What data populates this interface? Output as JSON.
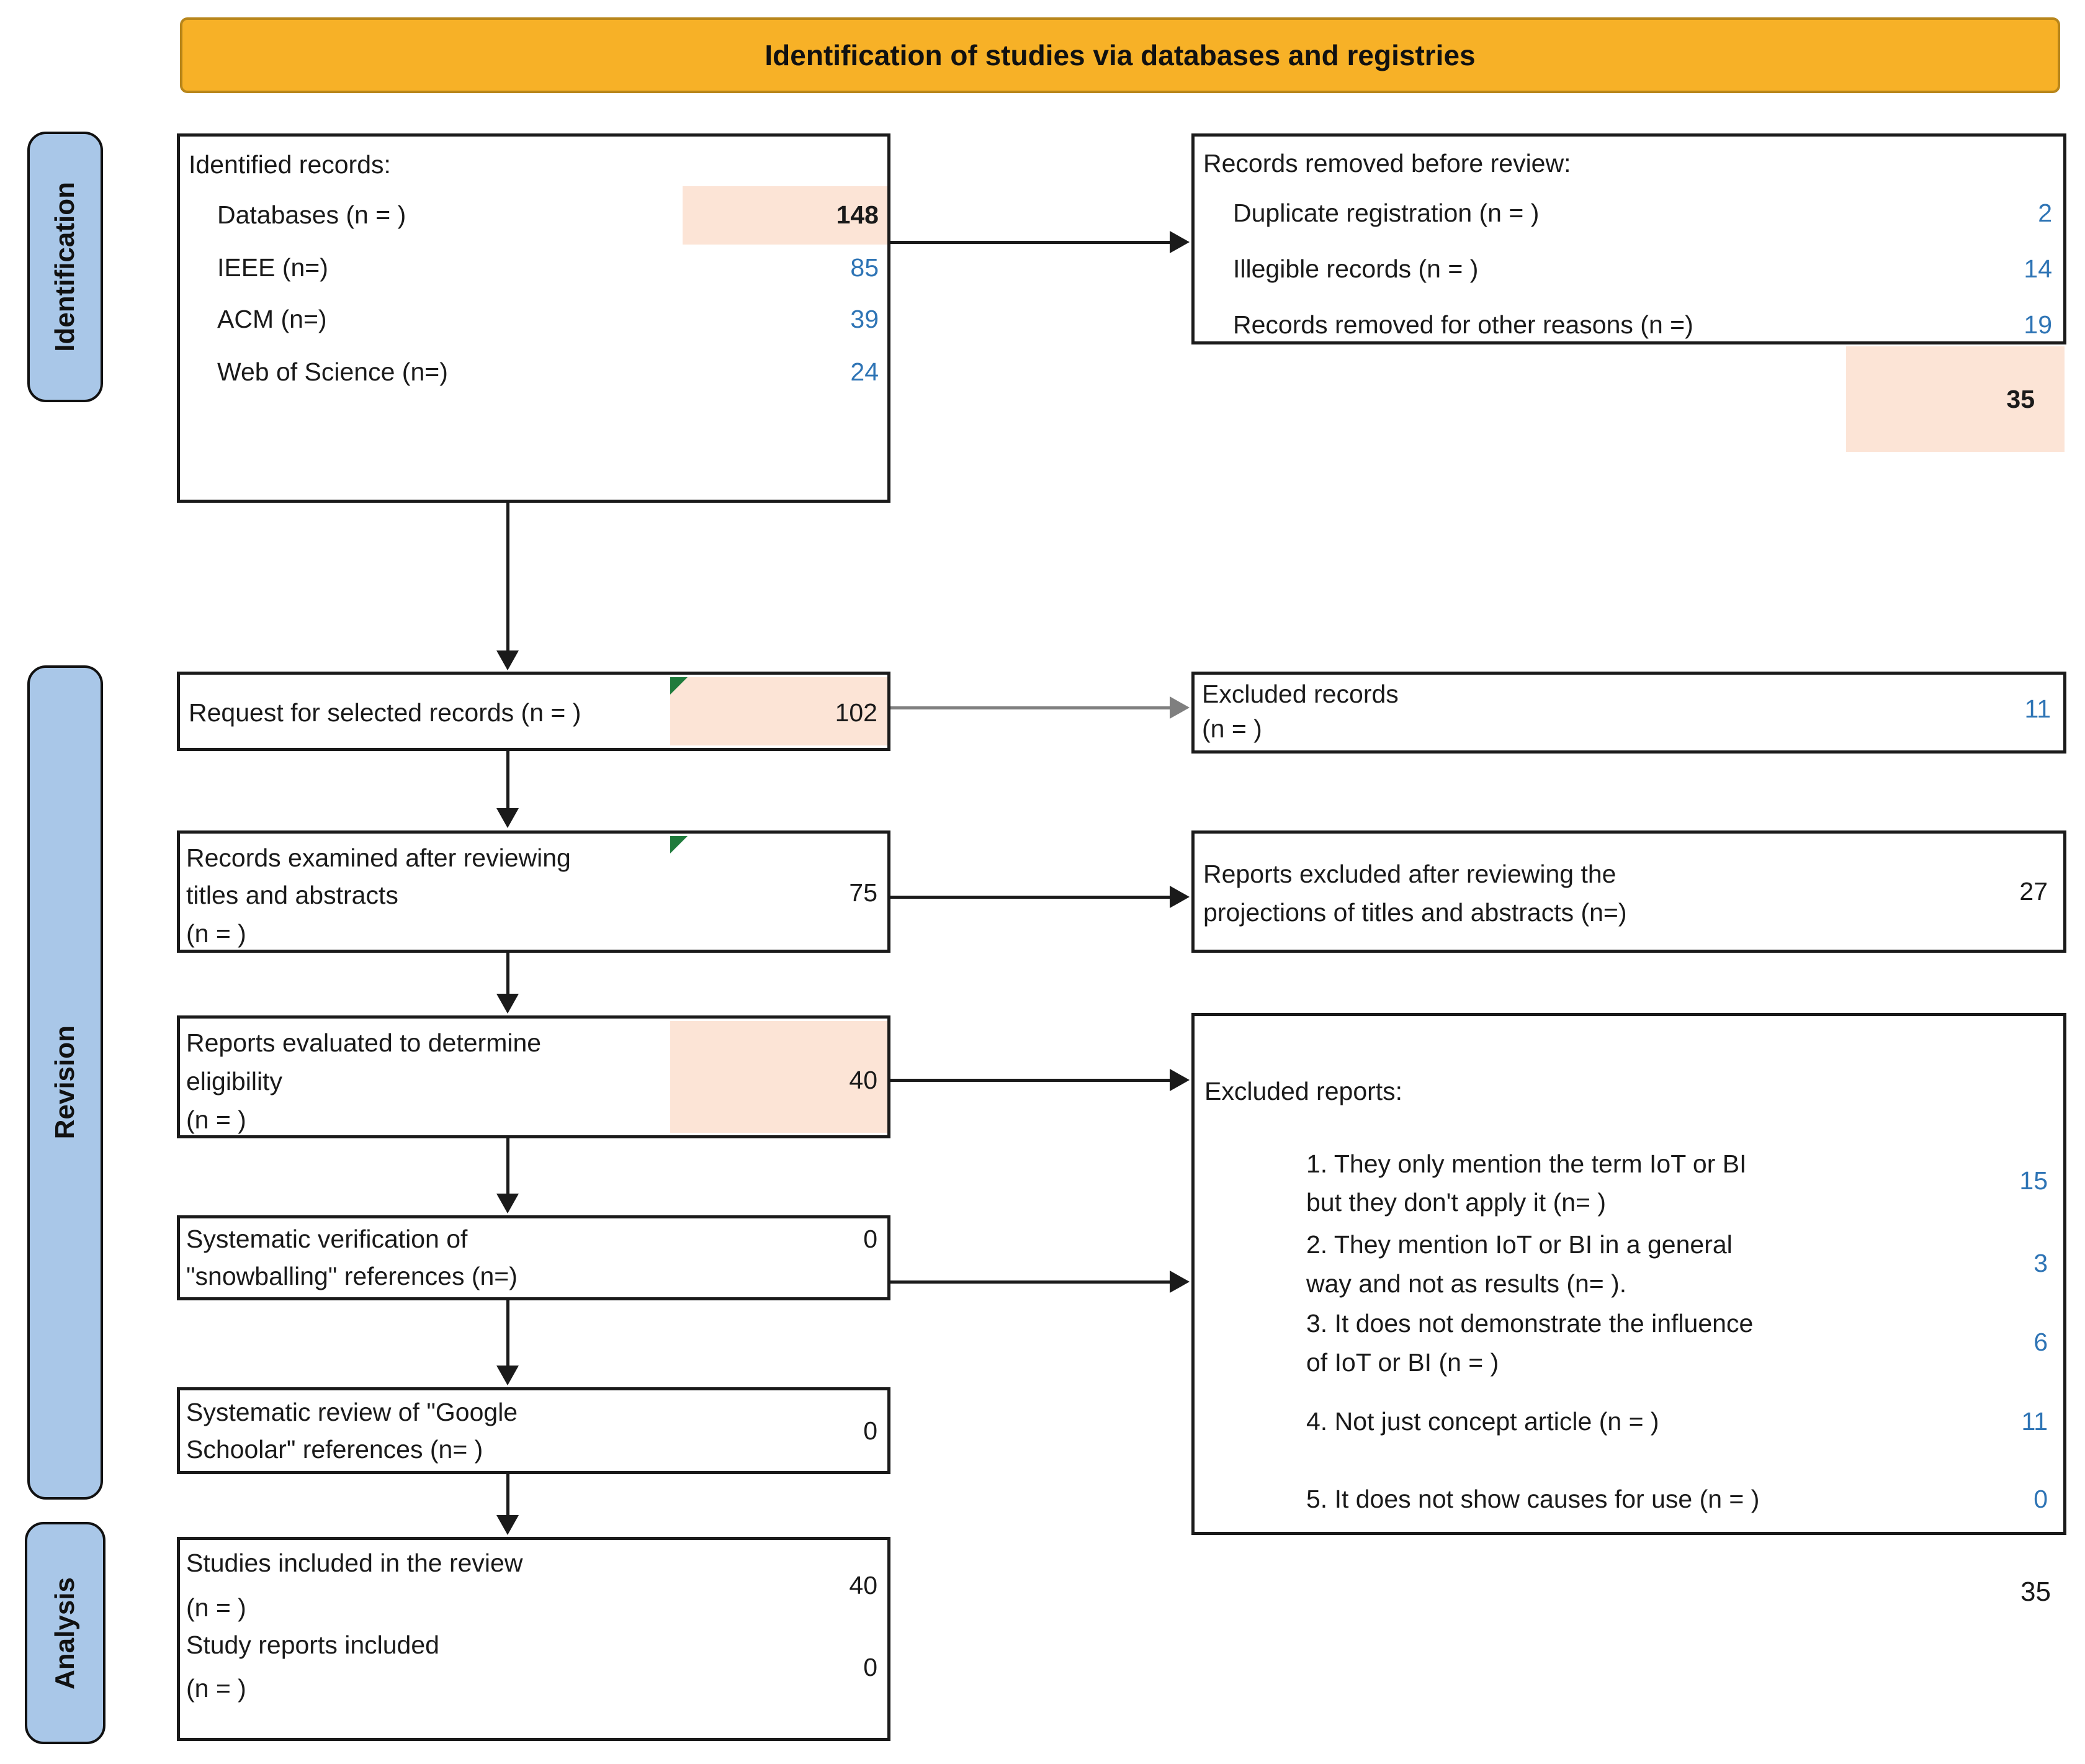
{
  "banner": {
    "title": "Identification of studies via databases and registries"
  },
  "sidebars": [
    {
      "label": "Identification"
    },
    {
      "label": "Revision"
    },
    {
      "label": "Analysis"
    }
  ],
  "colors": {
    "banner_bg": "#F7B127",
    "sidebar_bg": "#A9C7E8",
    "highlight_bg": "#FCE4D6",
    "value_blue": "#2E74B5",
    "marker_green": "#1F7B3C"
  },
  "boxes": {
    "identified_records": {
      "title": "Identified records:",
      "rows": [
        {
          "label": "Databases (n = )",
          "value": "148"
        },
        {
          "label": "IEEE (n=)",
          "value": "85"
        },
        {
          "label": "ACM (n=)",
          "value": "39"
        },
        {
          "label": "Web of Science (n=)",
          "value": "24"
        }
      ]
    },
    "records_removed": {
      "title": "Records removed before review:",
      "rows": [
        {
          "label": "Duplicate registration (n = )",
          "value": "2"
        },
        {
          "label": "Illegible records (n = )",
          "value": "14"
        },
        {
          "label": "Records removed for other reasons (n =)",
          "value": "19"
        }
      ],
      "subtotal": "35"
    },
    "request_selected": {
      "label": "Request for selected records (n = )",
      "value": "102"
    },
    "excluded_records": {
      "line1": "Excluded records",
      "line2": "(n = )",
      "value": "11"
    },
    "records_examined": {
      "line1": "Records examined after reviewing",
      "line2": "titles and abstracts",
      "line3": "(n = )",
      "value": "75"
    },
    "reports_excluded": {
      "line1": "Reports excluded after reviewing the",
      "line2": "projections of titles and abstracts (n=)",
      "value": "27"
    },
    "reports_evaluated": {
      "line1": "Reports evaluated to determine",
      "line2": "eligibility",
      "line3": "(n = )",
      "value": "40"
    },
    "excluded_reports": {
      "title": "Excluded reports:",
      "items": [
        {
          "line1": "1. They only mention the term IoT or BI",
          "line2": "but they don't apply it (n= )",
          "value": "15"
        },
        {
          "line1": "2. They mention IoT or BI in a general",
          "line2": "way and not as results (n= ).",
          "value": "3"
        },
        {
          "line1": "3. It does not demonstrate the influence",
          "line2": "of IoT or BI (n = )",
          "value": "6"
        },
        {
          "line1": "4. Not just concept article (n = )",
          "line2": "",
          "value": "11"
        },
        {
          "line1": "5. It does not show causes for use (n = )",
          "line2": "",
          "value": "0"
        }
      ],
      "subtotal": "35"
    },
    "snowballing_check": {
      "line1": "Systematic verification of",
      "line2": "\"snowballing\" references (n=)",
      "value": "0"
    },
    "google_scholar_check": {
      "line1": "Systematic review of \"Google",
      "line2": "Schoolar\" references (n= )",
      "value": "0"
    },
    "studies_included": {
      "rows": [
        {
          "line1": "Studies included in the review",
          "line2": "(n = )",
          "value": "40"
        },
        {
          "line1": "Study reports included",
          "line2": "(n = )",
          "value": "0"
        }
      ]
    }
  }
}
